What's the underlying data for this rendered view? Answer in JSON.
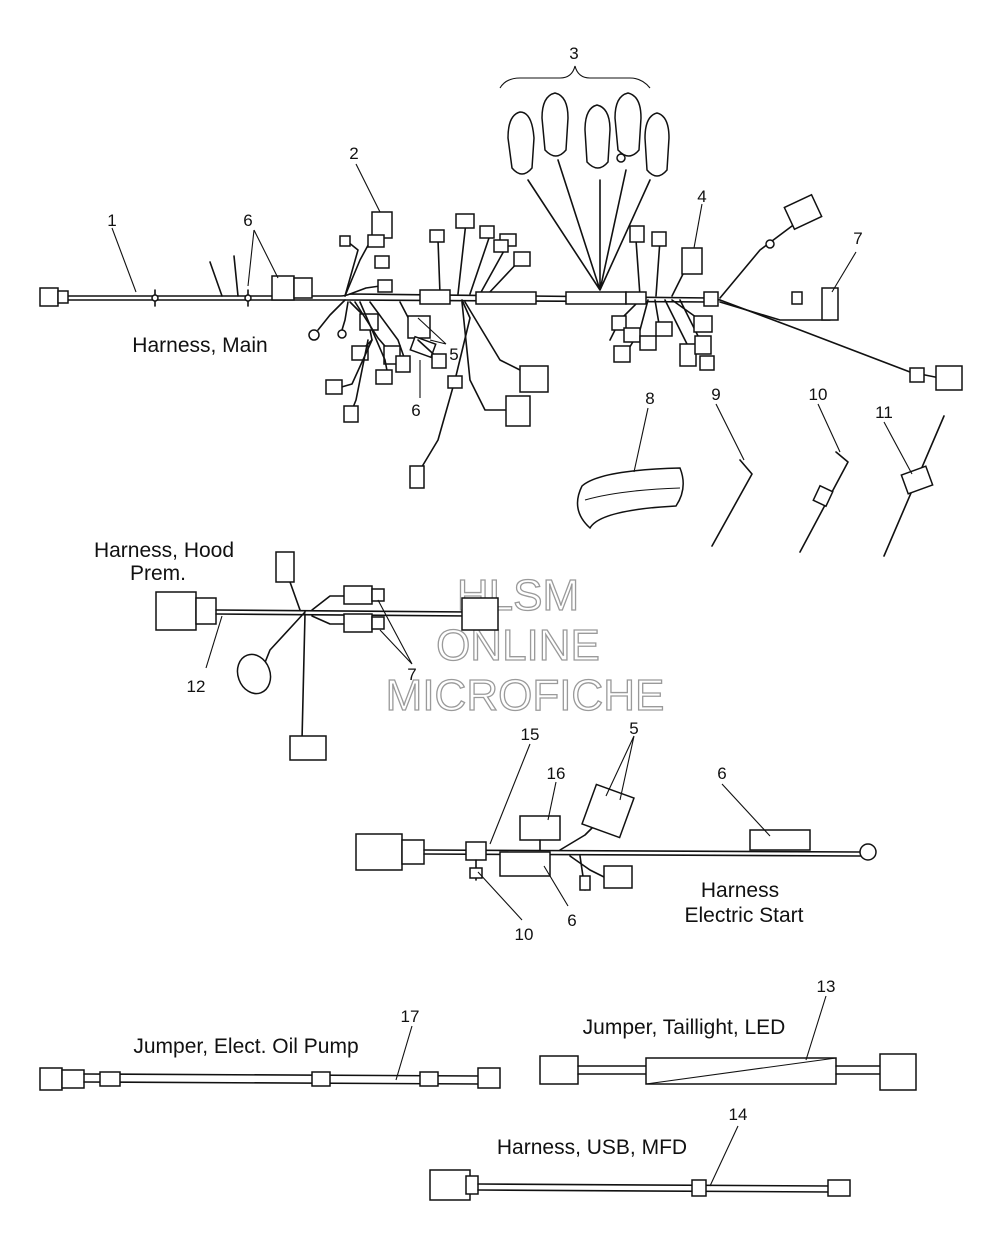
{
  "watermark": {
    "line1": "HLSM",
    "line2": "ONLINE",
    "line3": "MICROFICHE"
  },
  "labels": {
    "harness_main": "Harness, Main",
    "harness_hood_1": "Harness, Hood",
    "harness_hood_2": "Prem.",
    "harness_es_1": "Harness",
    "harness_es_2": "Electric Start",
    "jumper_oil_pump": "Jumper, Elect. Oil Pump",
    "jumper_taillight": "Jumper, Taillight, LED",
    "harness_usb": "Harness, USB, MFD"
  },
  "callouts": {
    "c1": "1",
    "c2": "2",
    "c3": "3",
    "c4": "4",
    "c5a": "5",
    "c5b": "5",
    "c6a": "6",
    "c6b": "6",
    "c6c": "6",
    "c6d": "6",
    "c7a": "7",
    "c7b": "7",
    "c8": "8",
    "c9": "9",
    "c10a": "10",
    "c10b": "10",
    "c11": "11",
    "c12": "12",
    "c13": "13",
    "c14": "14",
    "c15": "15",
    "c16": "16",
    "c17": "17"
  },
  "colors": {
    "line": "#111111",
    "watermark": "#9a9a9a",
    "background": "#ffffff"
  }
}
